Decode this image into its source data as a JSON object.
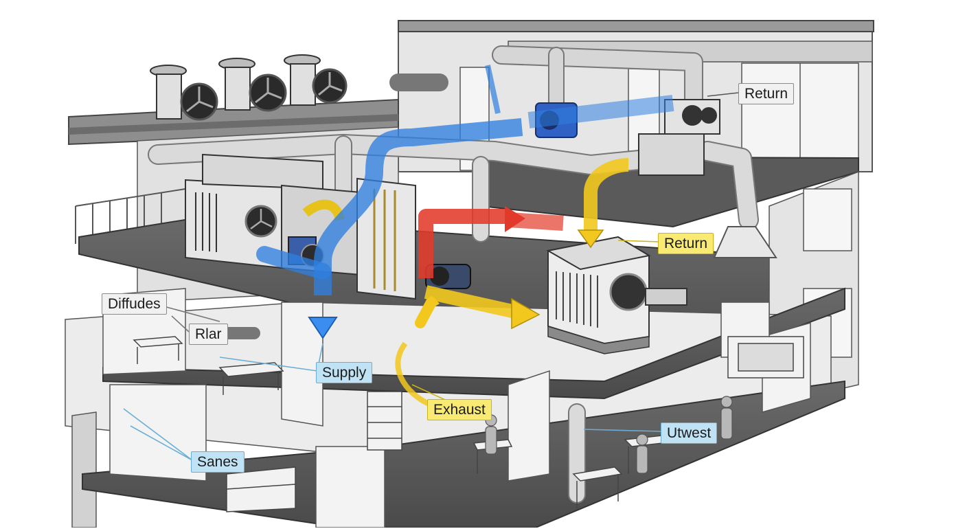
{
  "labels": {
    "return_top": "Return",
    "return_mid": "Return",
    "diffudes": "Diffudes",
    "rlar": "Rlar",
    "supply": "Supply",
    "exhaust": "Exhaust",
    "utwest": "Utwest",
    "sanes": "Sanes"
  },
  "colors": {
    "supply_duct": "#2f7fe0",
    "exhaust_flow": "#e23a2a",
    "return_flow": "#f2c81e",
    "slab": "#5e5e5e",
    "wall": "#d9d9d9",
    "equipment": "#cfcfcf"
  },
  "icons": [
    "rooftop-exhaust-fan-icon",
    "air-handling-unit-icon",
    "condenser-fan-icon",
    "blower-icon",
    "furniture-icon",
    "person-icon"
  ]
}
